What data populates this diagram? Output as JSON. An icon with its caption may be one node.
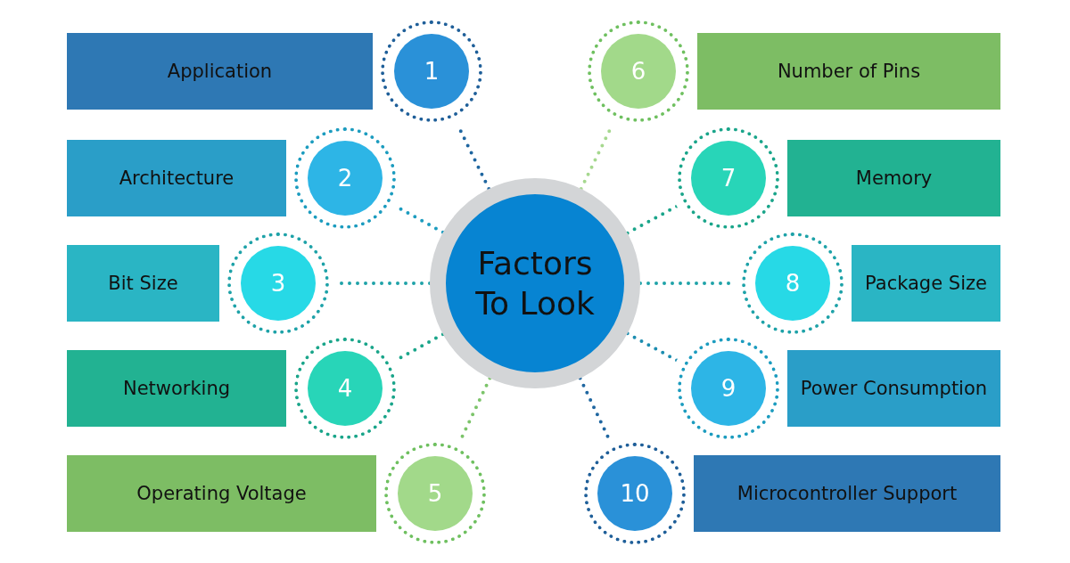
{
  "diagram": {
    "nodes": [
      {
        "text": [
          "Factors To Look"
        ]
      },
      {
        "text": [
          "Application"
        ]
      },
      {
        "text": [
          "1"
        ]
      },
      {
        "text": [
          "Architecture"
        ]
      },
      {
        "text": [
          "2"
        ]
      },
      {
        "text": [
          "Bit Size"
        ]
      },
      {
        "text": [
          "3"
        ]
      },
      {
        "text": [
          "Networking"
        ]
      },
      {
        "text": [
          "4"
        ]
      },
      {
        "text": [
          "Operating Voltage"
        ]
      },
      {
        "text": [
          "5"
        ]
      },
      {
        "text": [
          "Number of Pins"
        ]
      },
      {
        "text": [
          "6"
        ]
      },
      {
        "text": [
          "Memory"
        ]
      },
      {
        "text": [
          "7"
        ]
      },
      {
        "text": [
          "Package Size"
        ]
      },
      {
        "text": [
          "8"
        ]
      },
      {
        "text": [
          "Power Consumption"
        ]
      },
      {
        "text": [
          "9"
        ]
      },
      {
        "text": [
          "Microcontroller Support"
        ]
      },
      {
        "text": [
          "10"
        ]
      }
    ],
    "edges": [
      {
        "from": 0,
        "to": 2,
        "arrow": "none",
        "color": "#1f66a0"
      },
      {
        "from": 0,
        "to": 4,
        "arrow": "none",
        "color": "#1c9cbf"
      },
      {
        "from": 0,
        "to": 6,
        "arrow": "none",
        "color": "#1ea2a8"
      },
      {
        "from": 0,
        "to": 8,
        "arrow": "none",
        "color": "#1aa58a"
      },
      {
        "from": 0,
        "to": 10,
        "arrow": "none",
        "color": "#7cc46a"
      },
      {
        "from": 0,
        "to": 12,
        "arrow": "none",
        "color": "#a6d88f"
      },
      {
        "from": 0,
        "to": 14,
        "arrow": "none",
        "color": "#1aa58a"
      },
      {
        "from": 0,
        "to": 16,
        "arrow": "none",
        "color": "#1ea2a8"
      },
      {
        "from": 0,
        "to": 18,
        "arrow": "none",
        "color": "#1c8db0"
      },
      {
        "from": 0,
        "to": 20,
        "arrow": "none",
        "color": "#1f66a0"
      }
    ]
  }
}
